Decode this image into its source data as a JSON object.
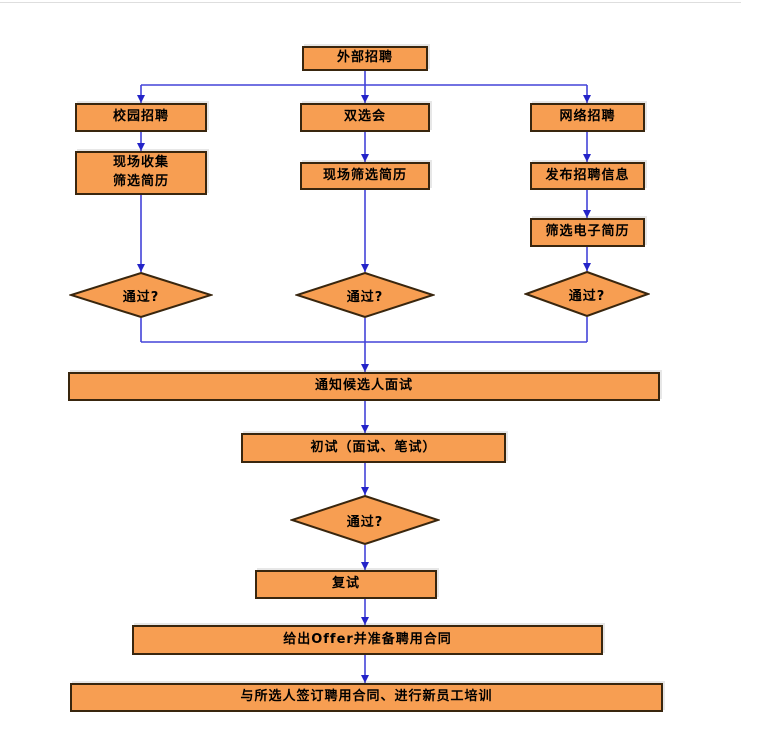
{
  "colors": {
    "node_fill": "#f79e52",
    "node_border": "#39260e",
    "connector": "#4343d9",
    "arrowhead": "#2424c8",
    "page_bg": "#ffffff"
  },
  "nodes": {
    "external": "外部招聘",
    "campus": "校园招聘",
    "job_fair": "双选会",
    "online": "网络招聘",
    "collect_screen": "现场收集\n筛选简历",
    "onsite_screen": "现场筛选简历",
    "publish_info": "发布招聘信息",
    "screen_eresume": "筛选电子简历",
    "pass_left": "通过?",
    "pass_mid": "通过?",
    "pass_right": "通过?",
    "notify": "通知候选人面试",
    "first_test": "初试（面试、笔试）",
    "pass_final": "通过?",
    "second_test": "复试",
    "offer": "给出Offer并准备聘用合同",
    "sign": "与所选人签订聘用合同、进行新员工培训"
  }
}
